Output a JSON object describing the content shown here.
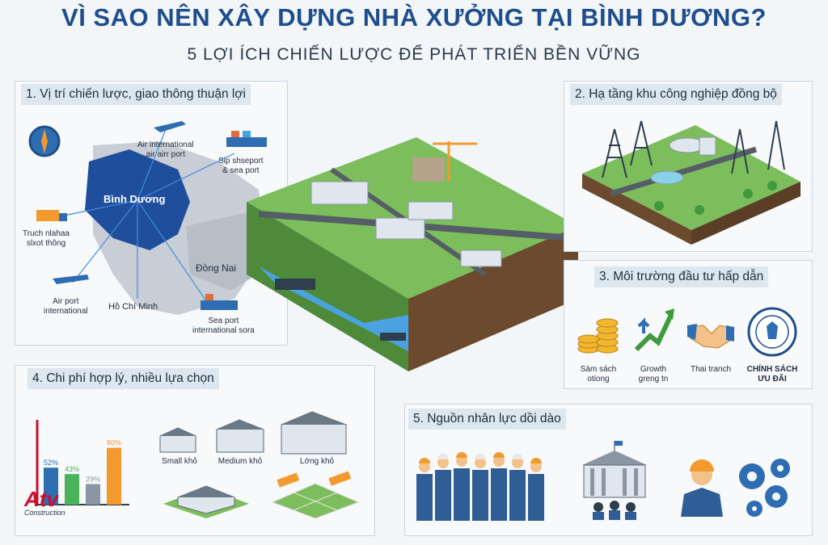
{
  "header": {
    "title": "VÌ SAO NÊN XÂY DỰNG NHÀ XƯỞNG TẠI BÌNH DƯƠNG?",
    "subtitle": "5 LỢI ÍCH CHIẾN LƯỢC ĐỂ PHÁT TRIỂN BỀN VỮNG"
  },
  "section1": {
    "title": "1. Vị trí chiến lược, giao thông thuận lợi",
    "region_main": "Bình Dương",
    "region_dongnai": "Đồng Nai",
    "region_hcm": "Hồ Chí Minh",
    "air_top": "Air international\nair airr port",
    "sea_top": "Sip shseport\n& sea port",
    "truck": "Truch nlahaa\nslxot thông",
    "air_bottom": "Air port\ninternational",
    "sea_bottom": "Sea port\ninternational sora"
  },
  "section2": {
    "title": "2. Hạ tầng khu công nghiệp đồng bộ"
  },
  "section3": {
    "title": "3. Môi trường đầu tư hấp dẫn",
    "items": [
      "Sàm sách\notiong",
      "Growth\ngreng tn",
      "Thai tranch",
      "CHÍNH SÁCH\nƯU ĐÃI"
    ]
  },
  "section4": {
    "title": "4. Chi phí hợp lý, nhiều lựa chọn",
    "bars": [
      {
        "label": "52%",
        "value": 52,
        "color": "#2f6db3"
      },
      {
        "label": "43%",
        "value": 43,
        "color": "#49b35a"
      },
      {
        "label": "29%",
        "value": 29,
        "color": "#8a96a3"
      },
      {
        "label": "80%",
        "value": 80,
        "color": "#f29a2e"
      }
    ],
    "small": "Small khỏ",
    "medium": "Medium khỏ",
    "large": "Lớng khỏ"
  },
  "section5": {
    "title": "5. Nguồn nhân lực dồi dào"
  },
  "logo": {
    "mark": "Atv",
    "sub": "Construction"
  },
  "colors": {
    "brand": "#1f4e8c",
    "accent": "#f29a2e",
    "panel_head": "#dde7f0"
  }
}
